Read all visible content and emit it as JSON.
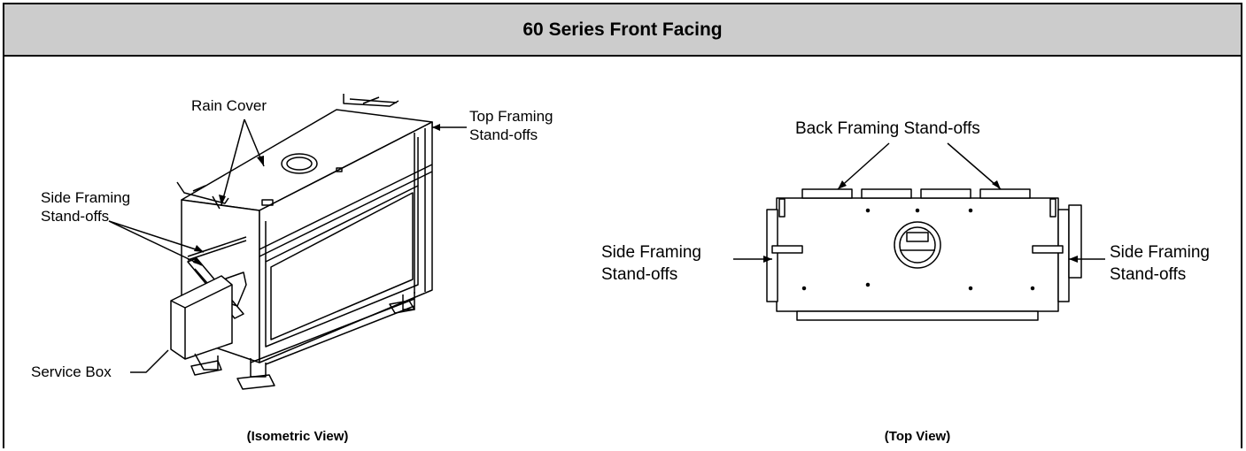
{
  "header": {
    "title": "60 Series Front Facing"
  },
  "isometric": {
    "rain_cover": "Rain Cover",
    "top_framing_1": "Top Framing",
    "top_framing_2": "Stand-offs",
    "side_framing_1": "Side Framing",
    "side_framing_2": "Stand-offs",
    "service_box": "Service Box",
    "caption": "(Isometric View)"
  },
  "top": {
    "back_framing": "Back Framing Stand-offs",
    "left_side_1": "Side Framing",
    "left_side_2": "Stand-offs",
    "right_side_1": "Side Framing",
    "right_side_2": "Stand-offs",
    "caption": "(Top View)"
  }
}
